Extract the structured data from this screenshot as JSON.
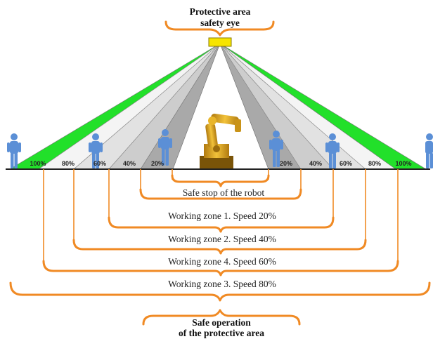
{
  "top_title": {
    "line1": "Protective area",
    "line2": "safety eye"
  },
  "percent_labels_left": [
    "100%",
    "80%",
    "60%",
    "40%",
    "20%"
  ],
  "percent_labels_right": [
    "20%",
    "40%",
    "60%",
    "80%",
    "100%"
  ],
  "zones": [
    "Safe stop of the robot",
    "Working zone 1. Speed 20%",
    "Working zone 2. Speed 40%",
    "Working zone 4. Speed 60%",
    "Working zone 3. Speed 80%"
  ],
  "bottom_title": {
    "line1": "Safe operation",
    "line2": "of the protective area"
  },
  "colors": {
    "safety_zone": "#22e02a",
    "sensor": "#f6e500",
    "person": "#5b8fd6",
    "robot": "#e3a81a",
    "brace": "#f08a24"
  },
  "icons": {
    "sensor": "safety-eye-sensor-icon",
    "person": "person-icon",
    "robot": "industrial-robot-icon"
  }
}
